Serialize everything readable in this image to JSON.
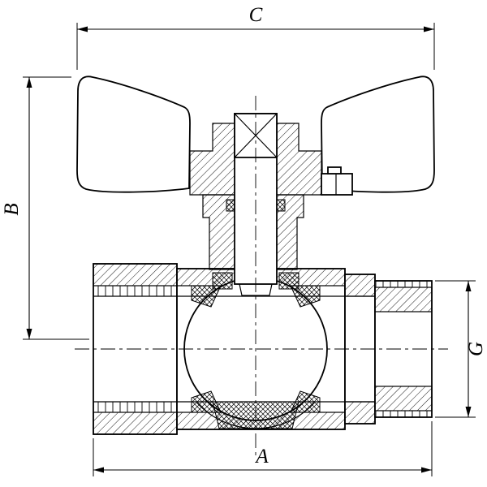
{
  "diagram": {
    "labels": {
      "width_top": "C",
      "height_left": "B",
      "width_bottom": "A",
      "height_right": "G"
    },
    "colors": {
      "line": "#000000",
      "background": "#ffffff"
    }
  }
}
